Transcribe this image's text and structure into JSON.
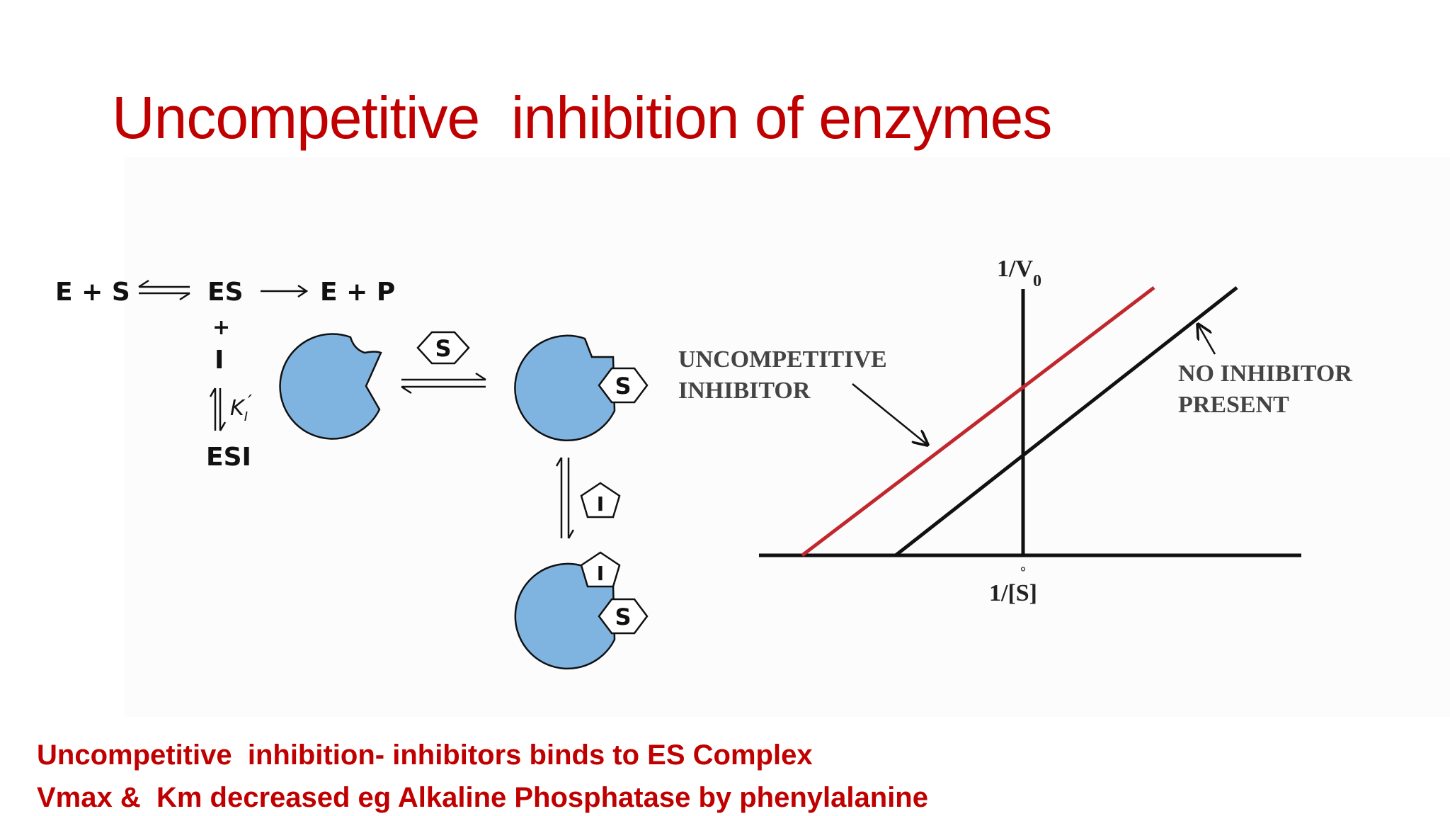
{
  "title": "Uncompetitive  inhibition of enzymes",
  "reaction_scheme": {
    "left": "E + S",
    "middle": "ES",
    "right": "E + P",
    "plus": "+",
    "inhibitor": "I",
    "constant_symbol": "K",
    "constant_subscript": "I",
    "constant_prime": "′",
    "complex": "ESI"
  },
  "binding_diagram": {
    "substrate_label": "S",
    "inhibitor_label": "I",
    "enzyme_color": "#7fb3e0"
  },
  "graph": {
    "y_axis_label_main": "1/V",
    "y_axis_label_sub": "0",
    "x_axis_label": "1/[S]",
    "x_axis_mark": "°",
    "inhibitor_label_line1": "UNCOMPETITIVE",
    "inhibitor_label_line2": "INHIBITOR",
    "control_label_line1": "NO INHIBITOR",
    "control_label_line2": "PRESENT",
    "inhibitor_line_color": "#c0282d",
    "control_line_color": "#111111"
  },
  "captions": {
    "line1": "Uncompetitive  inhibition- inhibitors binds to ES Complex",
    "line2": "Vmax &  Km decreased eg Alkaline Phosphatase by phenylalanine"
  },
  "colors": {
    "accent": "#c00000"
  }
}
